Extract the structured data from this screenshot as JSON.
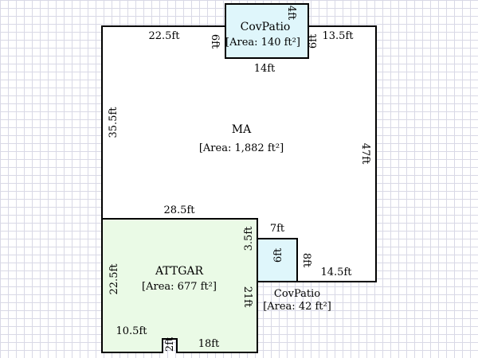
{
  "colors": {
    "grid": "#d9d9e6",
    "wall": "#000000",
    "garage_fill": "#eafae6",
    "patio_fill": "#dff6fb",
    "main_fill": "#ffffff"
  },
  "areas": {
    "main": {
      "name": "MA",
      "area": "[Area: 1,882 ft²]"
    },
    "garage": {
      "name": "ATTGAR",
      "area": "[Area: 677 ft²]"
    },
    "top_patio": {
      "name": "CovPatio",
      "area": "[Area: 140 ft²]"
    },
    "side_patio": {
      "name": "CovPatio",
      "area": "[Area: 42 ft²]"
    }
  },
  "dimensions": {
    "main_top_left": "22.5ft",
    "main_top_right": "13.5ft",
    "patio_top_bottom": "14ft",
    "patio_top_left": "6ft",
    "patio_top_right": "6ft",
    "patio_top_corner": "4ft",
    "main_left": "35.5ft",
    "main_right": "47ft",
    "main_bottom": "28.5ft",
    "garage_step": "7ft",
    "garage_step_vert": "3.5ft",
    "side_patio_width": "6ft",
    "side_patio_depth": "8ft",
    "main_bottom_right": "14.5ft",
    "garage_left": "22.5ft",
    "garage_right": "21ft",
    "garage_bottom_left": "10.5ft",
    "garage_notch": "2ft",
    "garage_bottom": "18ft"
  }
}
